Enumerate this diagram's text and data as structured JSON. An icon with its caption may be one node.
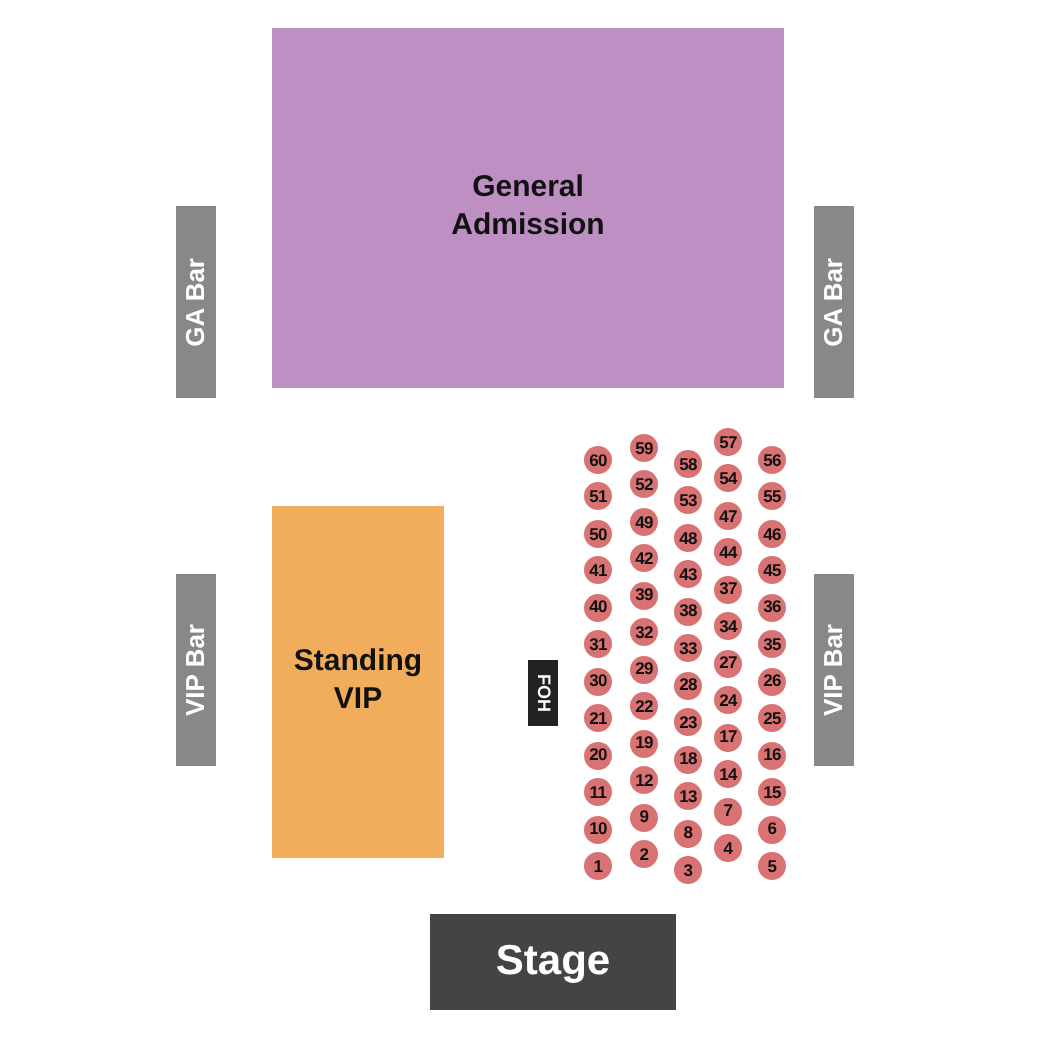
{
  "diagram": {
    "nodes": [
      {
        "text": [
          "General Admission"
        ]
      },
      {
        "text": [
          "GA Bar"
        ]
      },
      {
        "text": [
          "GA Bar"
        ]
      },
      {
        "text": [
          "VIP Bar"
        ]
      },
      {
        "text": [
          "Standing VIP"
        ]
      },
      {
        "text": [
          "FOH"
        ]
      },
      {
        "text": [
          "VIP Bar"
        ]
      },
      {
        "text": [
          "60"
        ]
      },
      {
        "text": [
          "59"
        ]
      },
      {
        "text": [
          "58"
        ]
      },
      {
        "text": [
          "57"
        ]
      },
      {
        "text": [
          "56"
        ]
      },
      {
        "text": [
          "51"
        ]
      },
      {
        "text": [
          "52"
        ]
      },
      {
        "text": [
          "53"
        ]
      },
      {
        "text": [
          "54"
        ]
      },
      {
        "text": [
          "55"
        ]
      },
      {
        "text": [
          "50"
        ]
      },
      {
        "text": [
          "49"
        ]
      },
      {
        "text": [
          "48"
        ]
      },
      {
        "text": [
          "47"
        ]
      },
      {
        "text": [
          "46"
        ]
      },
      {
        "text": [
          "41"
        ]
      },
      {
        "text": [
          "42"
        ]
      },
      {
        "text": [
          "43"
        ]
      },
      {
        "text": [
          "44"
        ]
      },
      {
        "text": [
          "45"
        ]
      },
      {
        "text": [
          "40"
        ]
      },
      {
        "text": [
          "39"
        ]
      },
      {
        "text": [
          "38"
        ]
      },
      {
        "text": [
          "37"
        ]
      },
      {
        "text": [
          "36"
        ]
      },
      {
        "text": [
          "31"
        ]
      },
      {
        "text": [
          "32"
        ]
      },
      {
        "text": [
          "33"
        ]
      },
      {
        "text": [
          "34"
        ]
      },
      {
        "text": [
          "35"
        ]
      },
      {
        "text": [
          "30"
        ]
      },
      {
        "text": [
          "29"
        ]
      },
      {
        "text": [
          "28"
        ]
      },
      {
        "text": [
          "27"
        ]
      },
      {
        "text": [
          "26"
        ]
      },
      {
        "text": [
          "21"
        ]
      },
      {
        "text": [
          "22"
        ]
      },
      {
        "text": [
          "23"
        ]
      },
      {
        "text": [
          "24"
        ]
      },
      {
        "text": [
          "25"
        ]
      },
      {
        "text": [
          "20"
        ]
      },
      {
        "text": [
          "19"
        ]
      },
      {
        "text": [
          "18"
        ]
      },
      {
        "text": [
          "17"
        ]
      },
      {
        "text": [
          "16"
        ]
      },
      {
        "text": [
          "11"
        ]
      },
      {
        "text": [
          "12"
        ]
      },
      {
        "text": [
          "13"
        ]
      },
      {
        "text": [
          "14"
        ]
      },
      {
        "text": [
          "15"
        ]
      },
      {
        "text": [
          "10"
        ]
      },
      {
        "text": [
          "9"
        ]
      },
      {
        "text": [
          "8"
        ]
      },
      {
        "text": [
          "7"
        ]
      },
      {
        "text": [
          "6"
        ]
      },
      {
        "text": [
          "1"
        ]
      },
      {
        "text": [
          "2"
        ]
      },
      {
        "text": [
          "3"
        ]
      },
      {
        "text": [
          "4"
        ]
      },
      {
        "text": [
          "5"
        ]
      },
      {
        "text": [
          "Stage"
        ]
      }
    ]
  }
}
